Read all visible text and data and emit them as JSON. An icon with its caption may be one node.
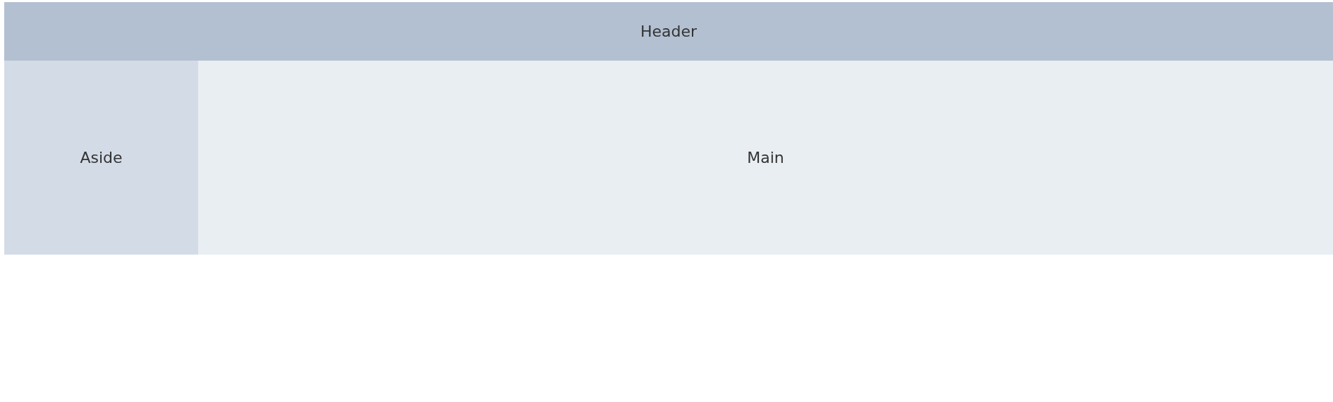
{
  "diagram": {
    "nodes": [
      {
        "text": [
          "Header"
        ]
      },
      {
        "text": [
          "Aside"
        ]
      },
      {
        "text": [
          "Main"
        ]
      }
    ]
  }
}
